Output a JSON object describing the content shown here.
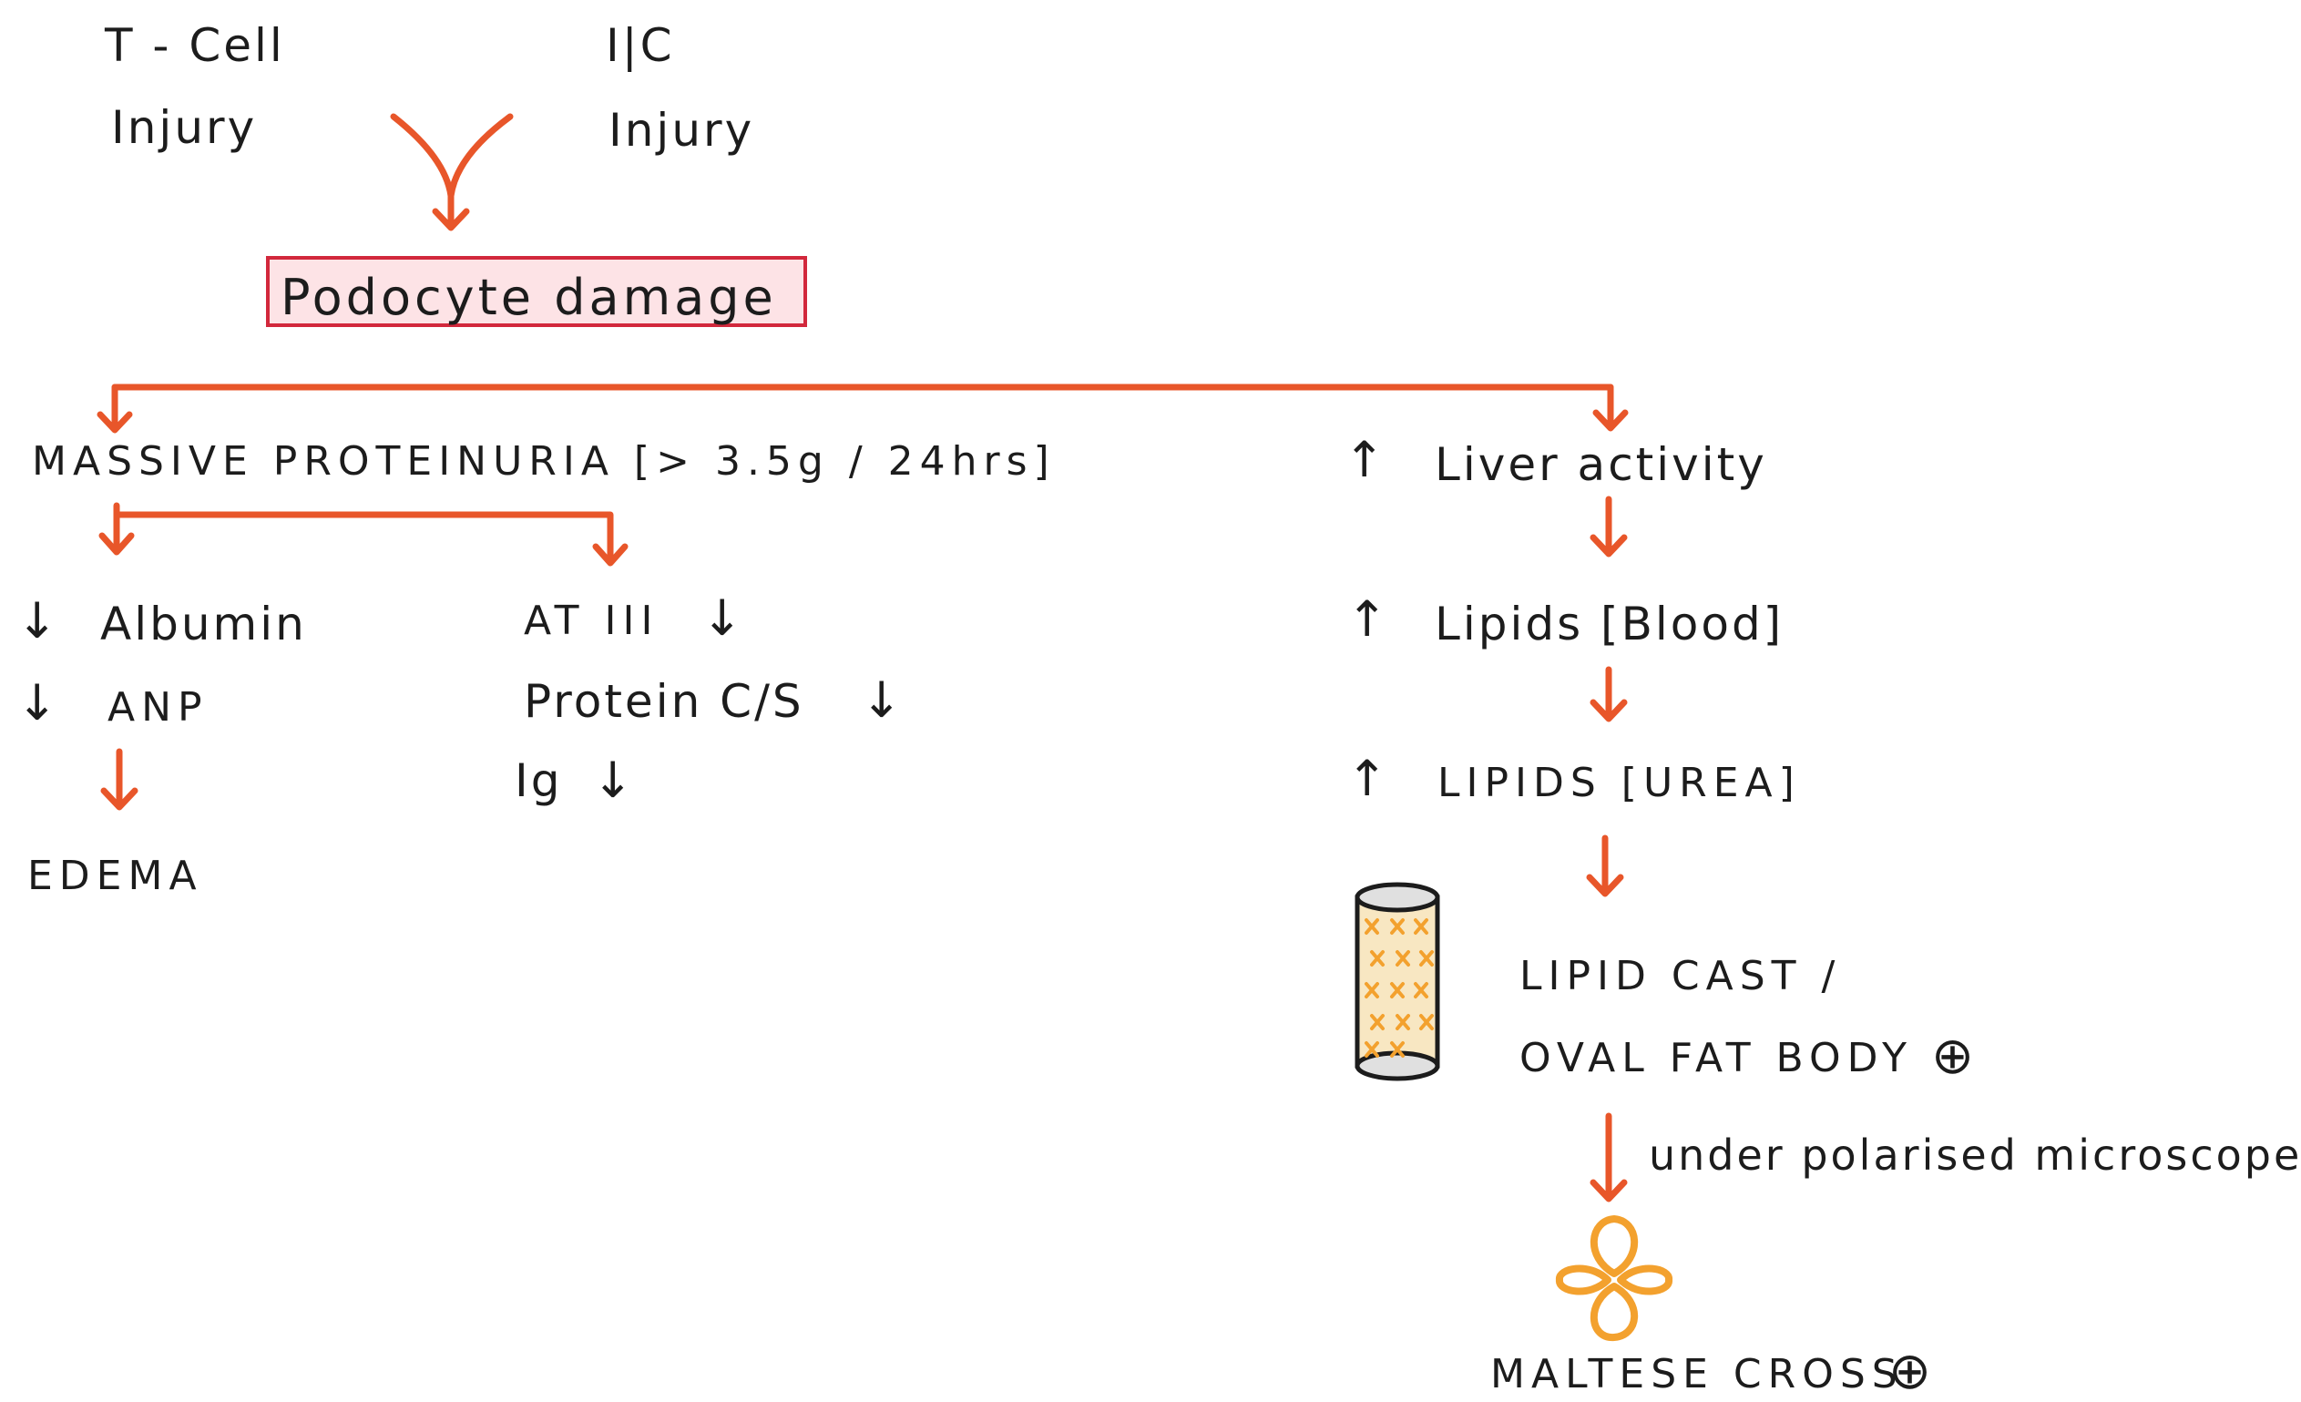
{
  "colors": {
    "arrow": "#e8562a",
    "box_border": "#d2283c",
    "box_fill": "#fde3e6",
    "cast_fill": "#f3b24a",
    "cross": "#f3a12e",
    "ink": "#1c1c1c"
  },
  "top": {
    "t_cell": "T - Cell",
    "t_cell_injury": "Injury",
    "ic": "I|C",
    "ic_injury": "Injury"
  },
  "podocyte": "Podocyte damage",
  "left": {
    "proteinuria": "MASSIVE PROTEINURIA [> 3.5g / 24hrs]",
    "albumin": "Albumin",
    "anp": "ANP",
    "edema": "EDEMA",
    "at3": "AT III",
    "protein_cs": "Protein C/S",
    "ig": "Ig",
    "down_arrow": "↓"
  },
  "right": {
    "up_arrow": "↑",
    "liver": "Liver activity",
    "lipids_blood": "Lipids [Blood]",
    "lipids_urea": "LIPIDS [UREA]",
    "lipid_cast": "LIPID CAST /",
    "oval_fat": "OVAL FAT BODY",
    "positive": "⊕",
    "polarised": "under polarised microscope",
    "maltese": "MALTESE CROSS"
  }
}
